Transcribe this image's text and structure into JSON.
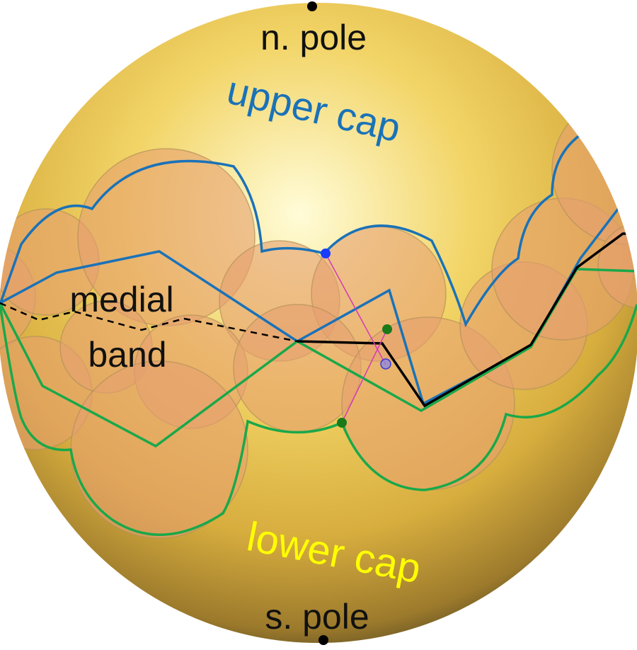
{
  "labels": {
    "north_pole": "n. pole",
    "upper_cap": "upper cap",
    "medial_band_line1": "medial",
    "medial_band_line2": "band",
    "lower_cap": "lower cap",
    "south_pole": "s. pole"
  },
  "colors": {
    "sphere_light": "#fffbd0",
    "sphere_mid": "#f1d162",
    "sphere_dark": "#4a3f1c",
    "disc_fill": "#e6a070",
    "disc_stroke": "#b3925a",
    "upper_boundary": "#1a72b8",
    "lower_boundary": "#1aa84a",
    "medial_path": "#000000",
    "chord": "#d23cb4",
    "upper_label": "#1a72b8",
    "lower_label": "#ffff00",
    "upper_point": "#1a3cff",
    "lower_point": "#1a7a1a",
    "mid_point": "#8a88e6"
  }
}
